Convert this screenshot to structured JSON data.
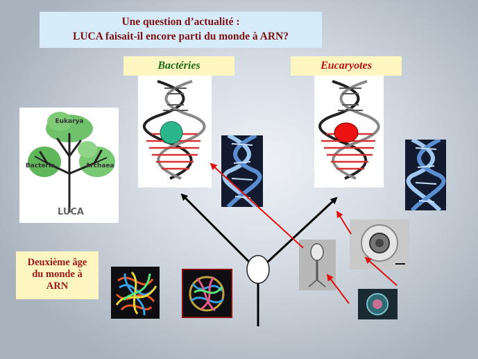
{
  "title": {
    "line1": "Une question d’actualité :",
    "line2": "LUCA faisait-il encore parti du monde à ARN?"
  },
  "labels": {
    "bacteria": "Bactéries",
    "eukaryotes": "Eucaryotes"
  },
  "tree_labels": {
    "top": "Eukarya",
    "left": "Bacteria",
    "right": "Archaea",
    "root": "LUCA"
  },
  "second_age": {
    "line1": "Deuxième âge",
    "line2": "du monde à",
    "line3": "ARN"
  },
  "colors": {
    "title_text": "#7a1010",
    "bacteria_text": "#1a6d16",
    "eukaryote_text": "#c01010",
    "bacteria_polymerase": "#2bb58a",
    "eukaryote_polymerase": "#ee1111",
    "arrow_red": "#dd1111",
    "label_bg": "#fdf6c0",
    "title_bg": "#d7ecfb"
  }
}
